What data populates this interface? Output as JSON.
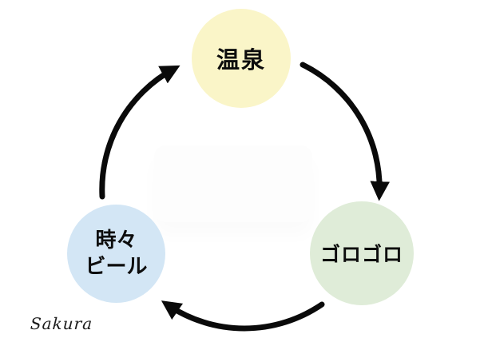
{
  "diagram": {
    "type": "cycle",
    "direction": "clockwise",
    "nodes": [
      {
        "id": "onsen",
        "label": "温泉",
        "color": "#faf5c8",
        "text_color": "#0d0d0d"
      },
      {
        "id": "gorogoro",
        "label": "ゴロゴロ",
        "color": "#dfecd8",
        "text_color": "#0d0d0d"
      },
      {
        "id": "tokidoki-beer",
        "label": "時々ビール",
        "lines": [
          "時々",
          "ビール"
        ],
        "color": "#d3e6f5",
        "text_color": "#0d0d0d"
      }
    ],
    "edges": [
      {
        "from": "onsen",
        "to": "gorogoro"
      },
      {
        "from": "gorogoro",
        "to": "tokidoki-beer"
      },
      {
        "from": "tokidoki-beer",
        "to": "onsen"
      }
    ],
    "arrow_color": "#0a0a0a"
  },
  "signature": {
    "text": "Sakura",
    "color": "#1a1a1a"
  }
}
